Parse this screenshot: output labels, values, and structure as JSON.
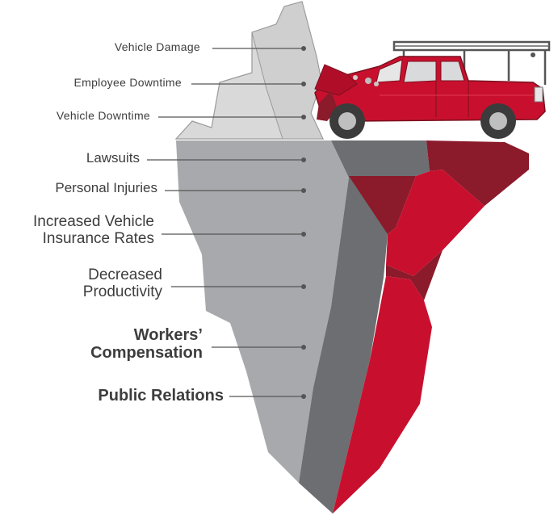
{
  "labels": {
    "vehicle_damage": "Vehicle Damage",
    "employee_downtime": "Employee Downtime",
    "vehicle_downtime": "Vehicle Downtime",
    "lawsuits": "Lawsuits",
    "personal_injuries": "Personal Injuries",
    "insurance_rates_line1": "Increased Vehicle",
    "insurance_rates_line2": "Insurance Rates",
    "productivity_line1": "Decreased",
    "productivity_line2": "Productivity",
    "workers_comp_line1": "Workers’",
    "workers_comp_line2": "Compensation",
    "public_relations": "Public Relations"
  },
  "colors": {
    "ice_tip": "#d9d9d9",
    "ice_light": "#a7a9ac",
    "ice_dark": "#6d6e71",
    "red": "#c8102e",
    "dark_red": "#8b1a2b",
    "truck_red": "#c8102e",
    "text": "#3d3d3d",
    "leader": "#555555"
  }
}
